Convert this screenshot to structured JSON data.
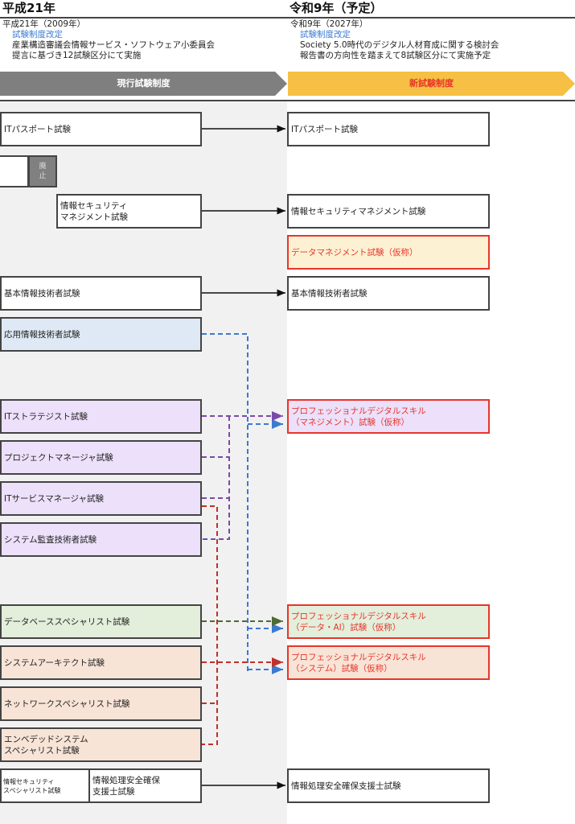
{
  "header": {
    "left_title": "平成21年",
    "right_title": "令和9年（予定）"
  },
  "notes": {
    "left": {
      "date": "平成21年（2009年）",
      "highlight": "試験制度改定",
      "line1": "産業構造審議会情報サービス・ソフトウェア小委員会",
      "line2": "提言に基づき12試験区分にて実施"
    },
    "right": {
      "date": "令和9年（2027年）",
      "highlight": "試験制度改定",
      "line1": "Society 5.0時代のデジタル人材育成に関する検討会",
      "line2": "報告書の方向性を踏まえて8試験区分にて実施予定"
    }
  },
  "banners": {
    "current": "現行試験制度",
    "new": "新試験制度"
  },
  "current_exams": {
    "it_passport": "ITパスポート試験",
    "abolished": "廃\n止",
    "sec_management": "情報セキュリティ\nマネジメント試験",
    "fundamental": "基本情報技術者試験",
    "applied": "応用情報技術者試験",
    "strategist": "ITストラテジスト試験",
    "project_manager": "プロジェクトマネージャ試験",
    "service_manager": "ITサービスマネージャ試験",
    "audit": "システム監査技術者試験",
    "database": "データベーススペシャリスト試験",
    "architect": "システムアーキテクト試験",
    "network": "ネットワークスペシャリスト試験",
    "embedded": "エンベデッドシステム\nスペシャリスト試験",
    "sec_specialist": "情報セキュリティ\nスペシャリスト試験",
    "riss": "情報処理安全確保\n支援士試験"
  },
  "new_exams": {
    "it_passport": "ITパスポート試験",
    "sec_management": "情報セキュリティマネジメント試験",
    "data_management": "データマネジメント試験（仮称）",
    "fundamental": "基本情報技術者試験",
    "pds_management": "プロフェッショナルデジタルスキル\n（マネジメント）試験（仮称）",
    "pds_data_ai": "プロフェッショナルデジタルスキル\n（データ・AI）試験（仮称）",
    "pds_system": "プロフェッショナルデジタルスキル\n（システム）試験（仮称）",
    "riss": "情報処理安全確保支援士試験"
  },
  "colors": {
    "new_border": "#e8352a",
    "banner_current": "#7f7f7f",
    "banner_new": "#f5c043",
    "highlight_text": "#3b7ad1",
    "conn_blue": "#3b7ad1",
    "conn_purple": "#7a4aa8",
    "conn_red": "#c0302a",
    "conn_green": "#4e6b33"
  }
}
